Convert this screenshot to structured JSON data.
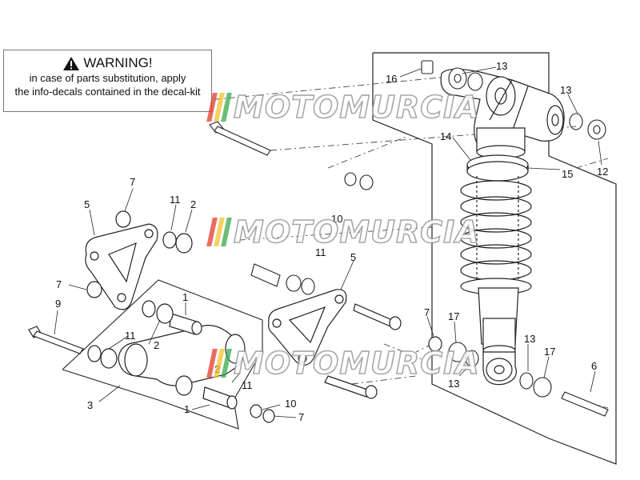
{
  "warning": {
    "title": "WARNING!",
    "line1": "in case of parts substitution, apply",
    "line2": "the info-decals contained in the decal-kit"
  },
  "watermark": {
    "text": "MOTOMURCIA",
    "stripe_colors": [
      "#e23b2e",
      "#f2c230",
      "#3aa84a"
    ]
  },
  "callouts": [
    {
      "id": "c16",
      "text": "16"
    },
    {
      "id": "c13a",
      "text": "13"
    },
    {
      "id": "c13b",
      "text": "13"
    },
    {
      "id": "c14",
      "text": "14"
    },
    {
      "id": "c15",
      "text": "15"
    },
    {
      "id": "c12",
      "text": "12"
    },
    {
      "id": "c7a",
      "text": "7"
    },
    {
      "id": "c5a",
      "text": "5"
    },
    {
      "id": "c11a",
      "text": "11"
    },
    {
      "id": "c2a",
      "text": "2"
    },
    {
      "id": "c10a",
      "text": "10"
    },
    {
      "id": "c11b",
      "text": "11"
    },
    {
      "id": "c5b",
      "text": "5"
    },
    {
      "id": "c7b",
      "text": "7"
    },
    {
      "id": "c9",
      "text": "9"
    },
    {
      "id": "c1a",
      "text": "1"
    },
    {
      "id": "c11c",
      "text": "11"
    },
    {
      "id": "c2b",
      "text": "2"
    },
    {
      "id": "c7c",
      "text": "7"
    },
    {
      "id": "c17a",
      "text": "17"
    },
    {
      "id": "c13c",
      "text": "13"
    },
    {
      "id": "c17b",
      "text": "17"
    },
    {
      "id": "c13d",
      "text": "13"
    },
    {
      "id": "c6",
      "text": "6"
    },
    {
      "id": "c3",
      "text": "3"
    },
    {
      "id": "c2c",
      "text": "2"
    },
    {
      "id": "c11d",
      "text": "11"
    },
    {
      "id": "c1b",
      "text": "1"
    },
    {
      "id": "c10b",
      "text": "10"
    },
    {
      "id": "c7d",
      "text": "7"
    }
  ]
}
